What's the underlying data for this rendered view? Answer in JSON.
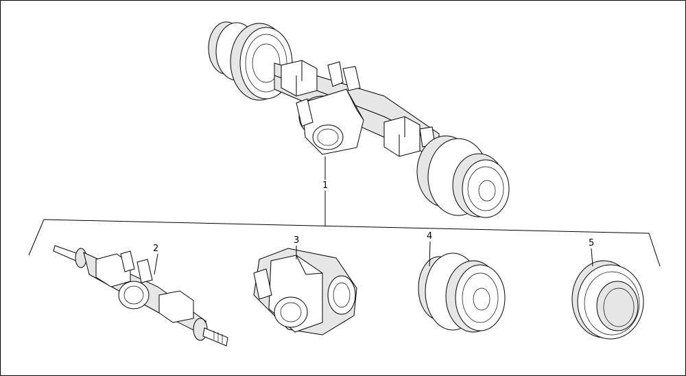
{
  "callouts": {
    "c1": "1",
    "c2": "2",
    "c3": "3",
    "c4": "4",
    "c5": "5"
  },
  "parts": {
    "axle_assembly": "drive-axle-assembly-illustration",
    "axle_housing": "axle-housing-illustration",
    "differential": "differential-carrier-illustration",
    "wheel_hub": "planetary-wheel-hub-illustration",
    "brake": "brake-disc-pack-illustration"
  },
  "colors": {
    "line": "#000000",
    "background": "#ffffff",
    "shade": "#e6e6e6"
  }
}
